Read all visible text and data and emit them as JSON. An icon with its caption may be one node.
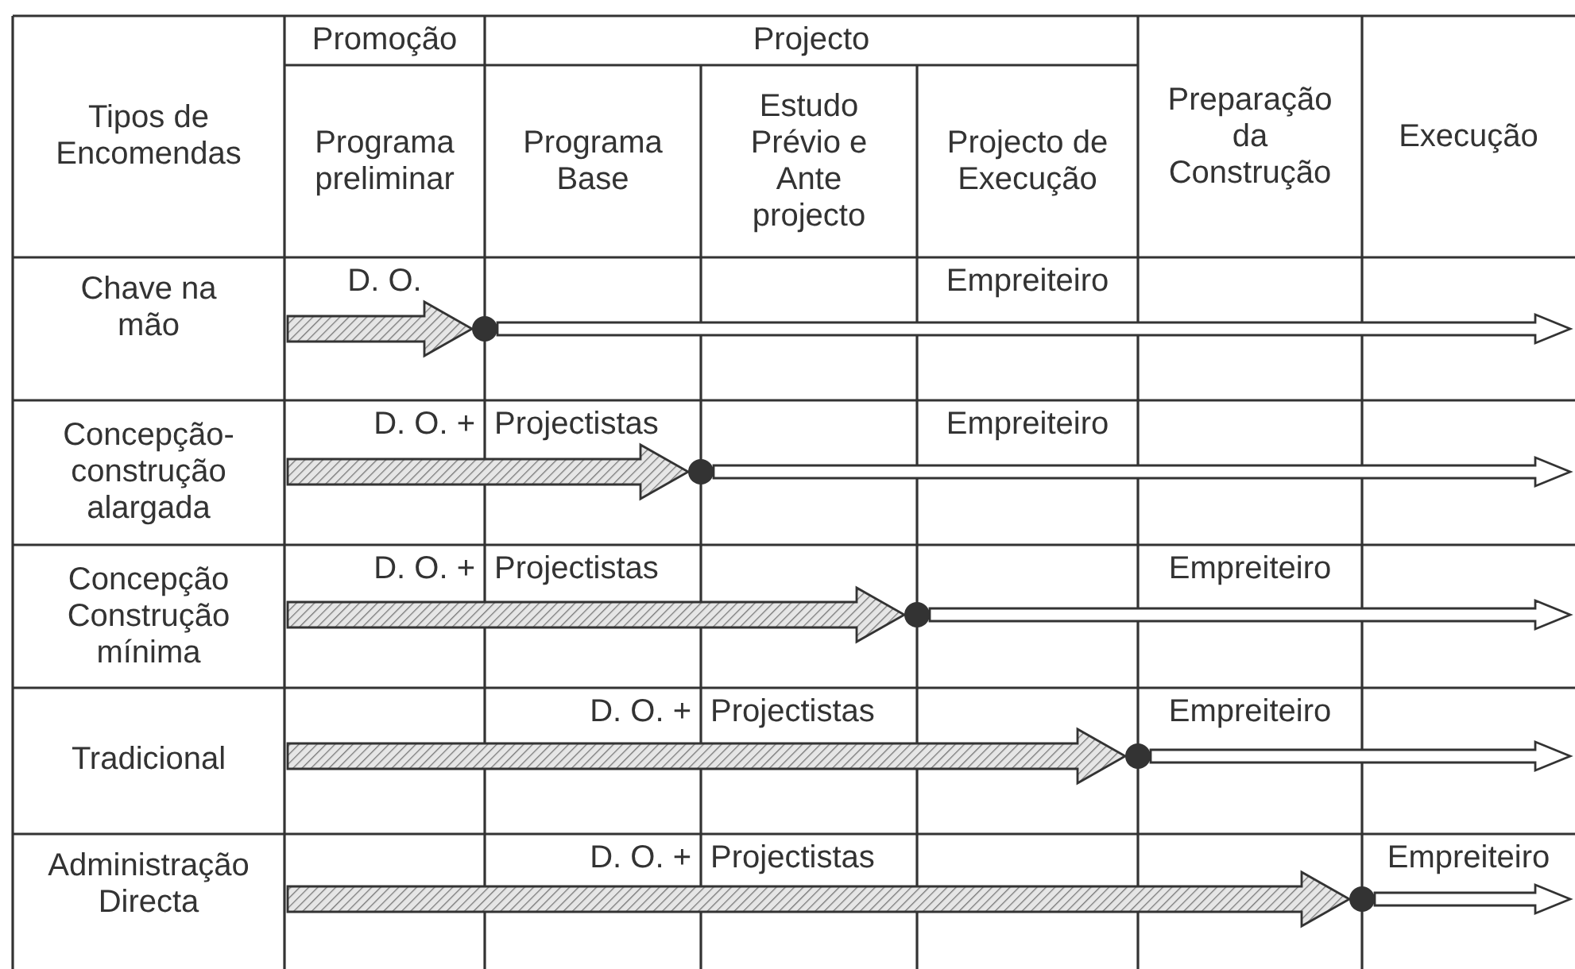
{
  "diagram": {
    "nodes": [
      {
        "text": [],
        "shape": "circle"
      },
      {
        "text": [],
        "shape": "circle"
      },
      {
        "text": [],
        "shape": "circle"
      },
      {
        "text": [],
        "shape": "circle"
      },
      {
        "text": [],
        "shape": "circle"
      }
    ],
    "edges": [
      {
        "from": null,
        "to": 0,
        "arrow": "to",
        "style": "thick"
      },
      {
        "from": 0,
        "to": null,
        "arrow": "to"
      },
      {
        "from": null,
        "to": 1,
        "arrow": "to",
        "style": "thick"
      },
      {
        "from": 1,
        "to": null,
        "arrow": "to"
      },
      {
        "from": null,
        "to": 2,
        "arrow": "to",
        "style": "thick"
      },
      {
        "from": 2,
        "to": null,
        "arrow": "to"
      },
      {
        "from": null,
        "to": 3,
        "arrow": "to",
        "style": "thick"
      },
      {
        "from": 3,
        "to": null,
        "arrow": "to"
      },
      {
        "from": null,
        "to": 4,
        "arrow": "to",
        "style": "thick"
      },
      {
        "from": 4,
        "to": null,
        "arrow": "to"
      }
    ],
    "labels": [
      "Promoção",
      "Projecto",
      "Tipos de Encomendas",
      "Programa preliminar",
      "Programa Base",
      "Estudo Prévio e Ante projecto",
      "Projecto de Execução",
      "Preparação da Construção",
      "Execução",
      "Chave na mão",
      "D. O.",
      "Empreiteiro",
      "Concepção-construção alargada",
      "D. O. +",
      "Projectistas",
      "Empreiteiro",
      "Concepção Construção mínima",
      "D. O. +",
      "Projectistas",
      "Empreiteiro",
      "Tradicional",
      "D. O. +",
      "Projectistas",
      "Empreiteiro",
      "Administração Directa",
      "D. O. +",
      "Projectistas",
      "Empreiteiro"
    ]
  }
}
